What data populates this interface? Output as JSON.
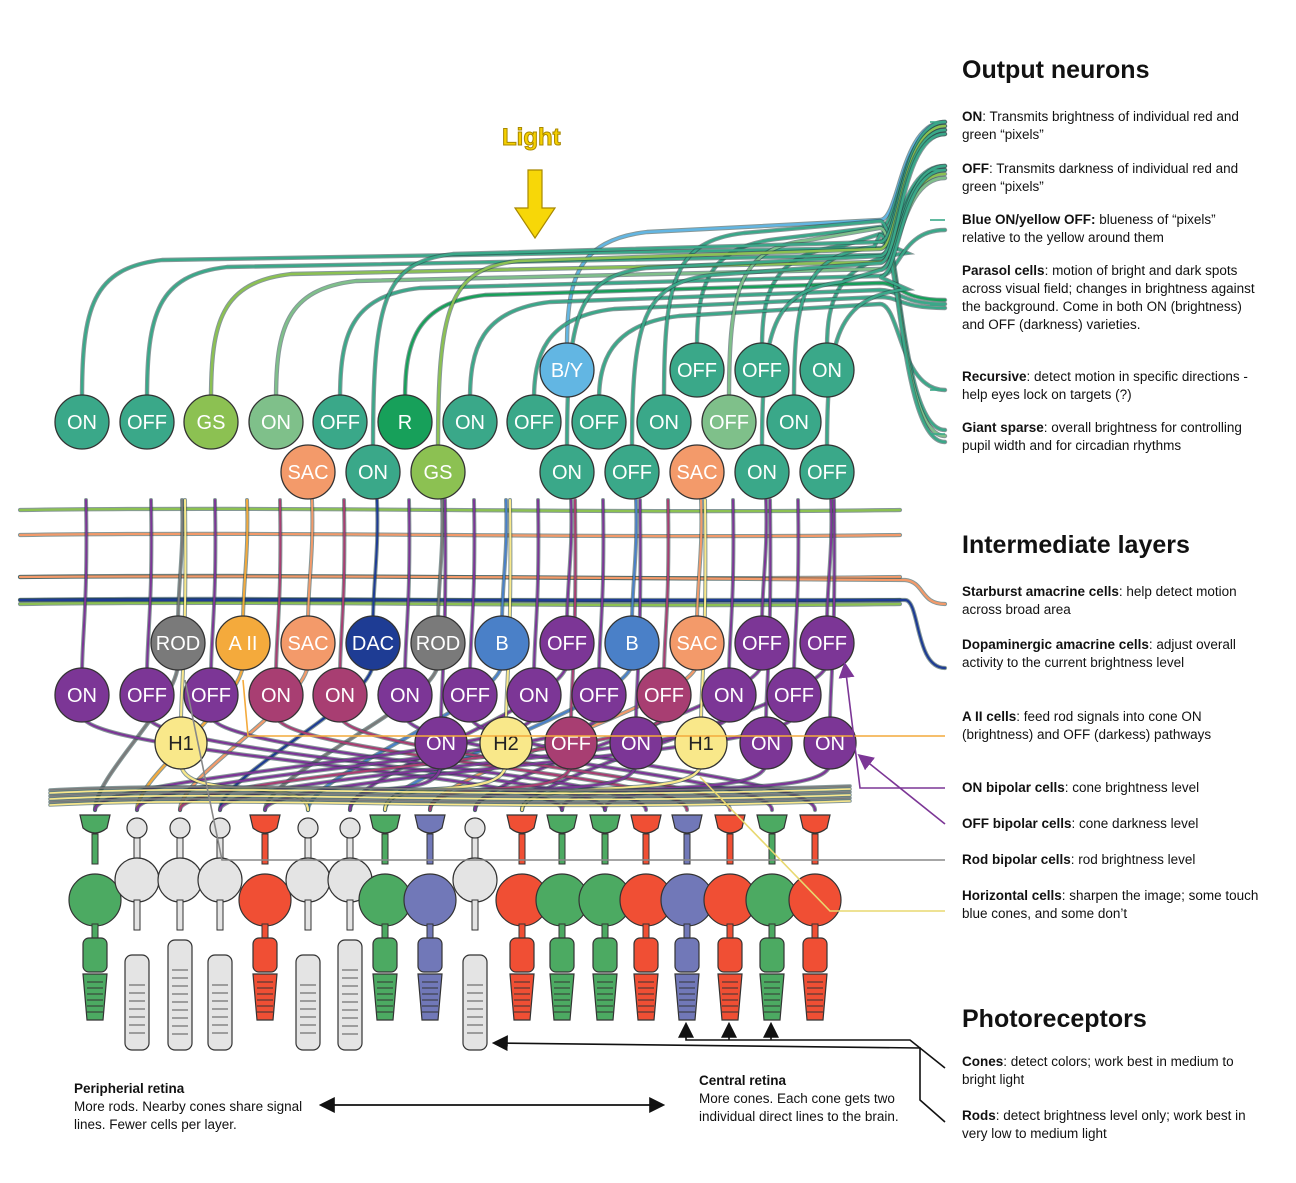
{
  "light_label": "Light",
  "headings": {
    "output": "Output neurons",
    "intermediate": "Intermediate layers",
    "photoreceptors": "Photoreceptors"
  },
  "output_notes": [
    {
      "term": "ON",
      "text": ": Transmits brightness of individual red and green “pixels”"
    },
    {
      "term": "OFF",
      "text": ": Transmits darkness of individual red and green “pixels”"
    },
    {
      "term": "Blue ON/yellow OFF:",
      "text": " blueness of “pixels” relative to the yellow around them"
    },
    {
      "term": "Parasol cells",
      "text": ": motion of bright and dark spots across visual field; changes in brightness against the background. Come in both ON (brightness) and OFF (darkness) varieties."
    },
    {
      "term": "Recursive",
      "text": ": detect motion in specific directions - help eyes lock on targets (?)"
    },
    {
      "term": "Giant sparse",
      "text": ": overall brightness for controlling pupil width and for circadian rhythms"
    }
  ],
  "intermediate_notes": [
    {
      "term": "Starburst amacrine cells",
      "text": ": help detect motion across broad area"
    },
    {
      "term": "Dopaminergic amacrine cells",
      "text": ": adjust overall activity to the current brightness level"
    },
    {
      "term": "A II cells",
      "text": ": feed rod signals into cone ON (brightness) and OFF (darkess) pathways"
    },
    {
      "term": "ON bipolar cells",
      "text": ": cone brightness level"
    },
    {
      "term": "OFF bipolar cells",
      "text": ": cone darkness level"
    },
    {
      "term": "Rod bipolar cells",
      "text": ": rod brightness level"
    },
    {
      "term": "Horizontal cells",
      "text": ": sharpen the image; some touch blue cones, and some don’t"
    }
  ],
  "photoreceptor_notes": [
    {
      "term": "Cones",
      "text": ": detect colors; work best in medium to bright light"
    },
    {
      "term": "Rods",
      "text": ": detect brightness level only; work best in very low to medium light"
    }
  ],
  "peripheral": {
    "title": "Peripherial retina",
    "text": "More rods. Nearby cones share signal lines. Fewer cells per layer."
  },
  "central": {
    "title": "Central retina",
    "text": "More cones. Each cone gets two individual direct lines to the brain."
  },
  "colors": {
    "ganglion_teal": "#3aa889",
    "ganglion_light": "#7fc08a",
    "ganglion_gs": "#8cc152",
    "ganglion_r": "#17a05a",
    "blue_yellow": "#62b6e3",
    "sac": "#f39a6a",
    "rod_bipolar": "#7a7a7a",
    "aii": "#f4aa3c",
    "dac": "#1e3c94",
    "bipolar_purple": "#7c3696",
    "bipolar_magenta": "#a83e72",
    "blue_bipolar": "#4a80c8",
    "horizontal": "#f9e88a",
    "cone_green": "#4caa62",
    "cone_red": "#f04f34",
    "cone_blue": "#7178b8",
    "rod": "#e4e4e4"
  },
  "cells": {
    "ganglion_top": [
      {
        "label": "B/Y",
        "kind": "blue_yellow"
      },
      {
        "label": "OFF",
        "kind": "ganglion_teal"
      },
      {
        "label": "OFF",
        "kind": "ganglion_teal"
      },
      {
        "label": "ON",
        "kind": "ganglion_teal"
      }
    ],
    "ganglion_row1": [
      {
        "label": "ON",
        "kind": "ganglion_teal"
      },
      {
        "label": "OFF",
        "kind": "ganglion_teal"
      },
      {
        "label": "GS",
        "kind": "ganglion_gs"
      },
      {
        "label": "ON",
        "kind": "ganglion_light"
      },
      {
        "label": "OFF",
        "kind": "ganglion_teal"
      },
      {
        "label": "R",
        "kind": "ganglion_r"
      },
      {
        "label": "ON",
        "kind": "ganglion_teal"
      },
      {
        "label": "OFF",
        "kind": "ganglion_teal"
      },
      {
        "label": "OFF",
        "kind": "ganglion_teal"
      },
      {
        "label": "ON",
        "kind": "ganglion_teal"
      },
      {
        "label": "OFF",
        "kind": "ganglion_light"
      },
      {
        "label": "ON",
        "kind": "ganglion_teal"
      }
    ],
    "ganglion_row2": [
      {
        "label": "SAC",
        "kind": "sac"
      },
      {
        "label": "ON",
        "kind": "ganglion_teal"
      },
      {
        "label": "GS",
        "kind": "ganglion_gs"
      },
      {
        "label": "ON",
        "kind": "ganglion_teal"
      },
      {
        "label": "OFF",
        "kind": "ganglion_teal"
      },
      {
        "label": "SAC",
        "kind": "sac"
      },
      {
        "label": "ON",
        "kind": "ganglion_teal"
      },
      {
        "label": "OFF",
        "kind": "ganglion_teal"
      }
    ],
    "amacrine_row": [
      {
        "label": "ROD",
        "kind": "rod_bipolar"
      },
      {
        "label": "A II",
        "kind": "aii"
      },
      {
        "label": "SAC",
        "kind": "sac"
      },
      {
        "label": "DAC",
        "kind": "dac"
      },
      {
        "label": "ROD",
        "kind": "rod_bipolar"
      },
      {
        "label": "B",
        "kind": "blue_bipolar"
      },
      {
        "label": "OFF",
        "kind": "bipolar_purple"
      },
      {
        "label": "B",
        "kind": "blue_bipolar"
      },
      {
        "label": "SAC",
        "kind": "sac"
      },
      {
        "label": "OFF",
        "kind": "bipolar_purple"
      },
      {
        "label": "OFF",
        "kind": "bipolar_purple"
      }
    ],
    "bipolar_row1": [
      {
        "label": "ON",
        "kind": "bipolar_purple"
      },
      {
        "label": "OFF",
        "kind": "bipolar_purple"
      },
      {
        "label": "OFF",
        "kind": "bipolar_purple"
      },
      {
        "label": "ON",
        "kind": "bipolar_magenta"
      },
      {
        "label": "ON",
        "kind": "bipolar_magenta"
      },
      {
        "label": "ON",
        "kind": "bipolar_purple"
      },
      {
        "label": "OFF",
        "kind": "bipolar_purple"
      },
      {
        "label": "ON",
        "kind": "bipolar_purple"
      },
      {
        "label": "OFF",
        "kind": "bipolar_purple"
      },
      {
        "label": "OFF",
        "kind": "bipolar_magenta"
      },
      {
        "label": "ON",
        "kind": "bipolar_purple"
      },
      {
        "label": "OFF",
        "kind": "bipolar_purple"
      }
    ],
    "bipolar_row2": [
      {
        "label": "H1",
        "kind": "horizontal"
      },
      {
        "label": "ON",
        "kind": "bipolar_purple"
      },
      {
        "label": "H2",
        "kind": "horizontal"
      },
      {
        "label": "OFF",
        "kind": "bipolar_magenta"
      },
      {
        "label": "ON",
        "kind": "bipolar_purple"
      },
      {
        "label": "H1",
        "kind": "horizontal"
      },
      {
        "label": "ON",
        "kind": "bipolar_purple"
      },
      {
        "label": "ON",
        "kind": "bipolar_purple"
      }
    ],
    "photoreceptors": [
      "cone_green",
      "rod",
      "rod",
      "rod",
      "cone_red",
      "rod",
      "rod",
      "cone_green",
      "cone_blue",
      "rod",
      "cone_red",
      "cone_green",
      "cone_green",
      "cone_red",
      "cone_blue",
      "cone_red",
      "cone_green",
      "cone_red"
    ]
  }
}
